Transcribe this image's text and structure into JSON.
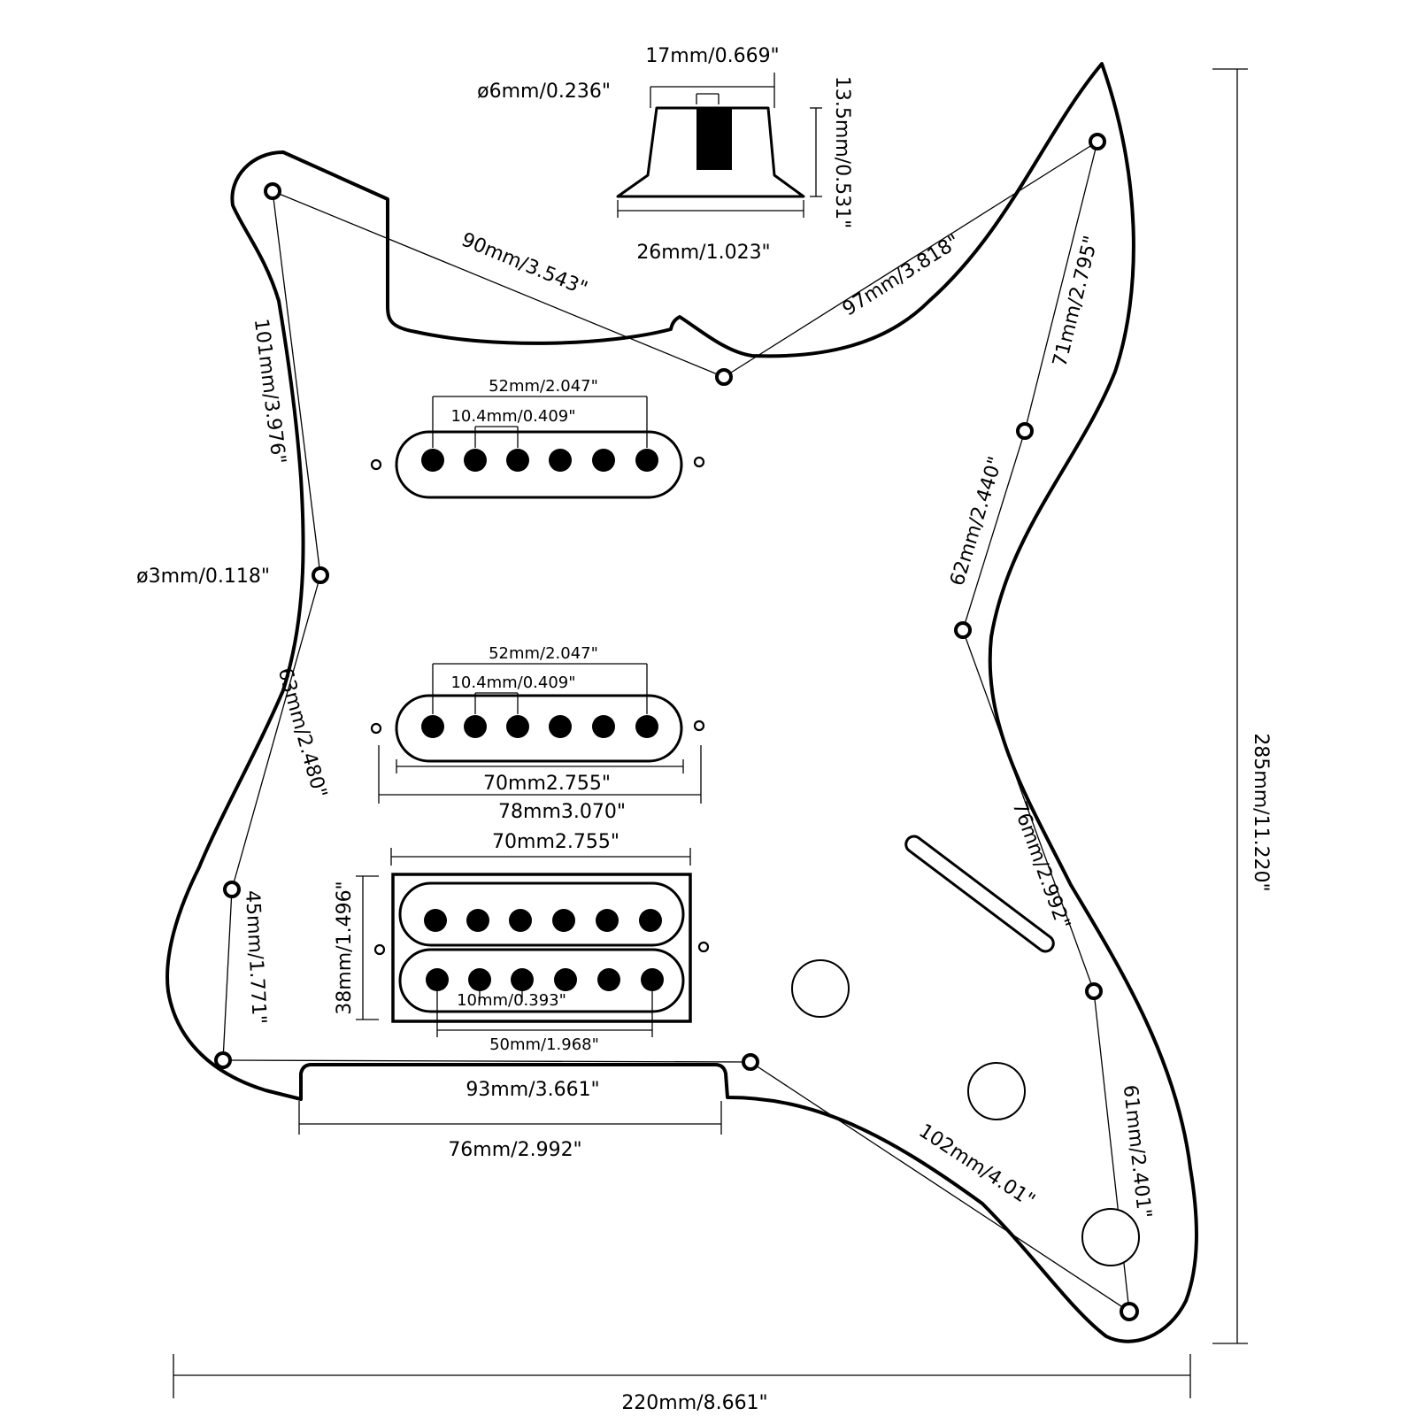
{
  "knob": {
    "top_width": "17mm/0.669\"",
    "shaft_diameter": "ø6mm/0.236\"",
    "height": "13.5mm/0.531\"",
    "base_width": "26mm/1.023\""
  },
  "screw_spacings": {
    "top_left_to_center": "90mm/3.543\"",
    "center_to_top_right": "97mm/3.818\"",
    "top_left_to_mid_left": "101mm/3.976\"",
    "top_right_to_right1": "71mm/2.795\"",
    "right1_to_right2": "62mm/2.440\"",
    "right2_to_right3": "76mm/2.992\"",
    "right3_to_bottom_right": "61mm/2.401\"",
    "bottom_center_to_bottom_right": "102mm/4.01\"",
    "mid_left_to_lower_left": "63mm/2.480\"",
    "lower_left_to_bottom_left": "45mm/1.771\"",
    "bottom_left_to_bottom_center": "93mm/3.661\""
  },
  "screw_hole": "ø3mm/0.118\"",
  "pickups": {
    "neck_pole_span": "52mm/2.047\"",
    "neck_pole_pitch": "10.4mm/0.409\"",
    "middle_pole_span": "52mm/2.047\"",
    "middle_pole_pitch": "10.4mm/0.409\"",
    "single_coil_length": "70mm2.755\"",
    "single_coil_mount": "78mm3.070\"",
    "humbucker_width": "70mm2.755\"",
    "humbucker_height": "38mm/1.496\"",
    "humbucker_pole_pitch": "10mm/0.393\"",
    "humbucker_pole_span": "50mm/1.968\""
  },
  "overall": {
    "bottom_cutout": "76mm/2.992\"",
    "width": "220mm/8.661\"",
    "height": "285mm/11.220\""
  }
}
